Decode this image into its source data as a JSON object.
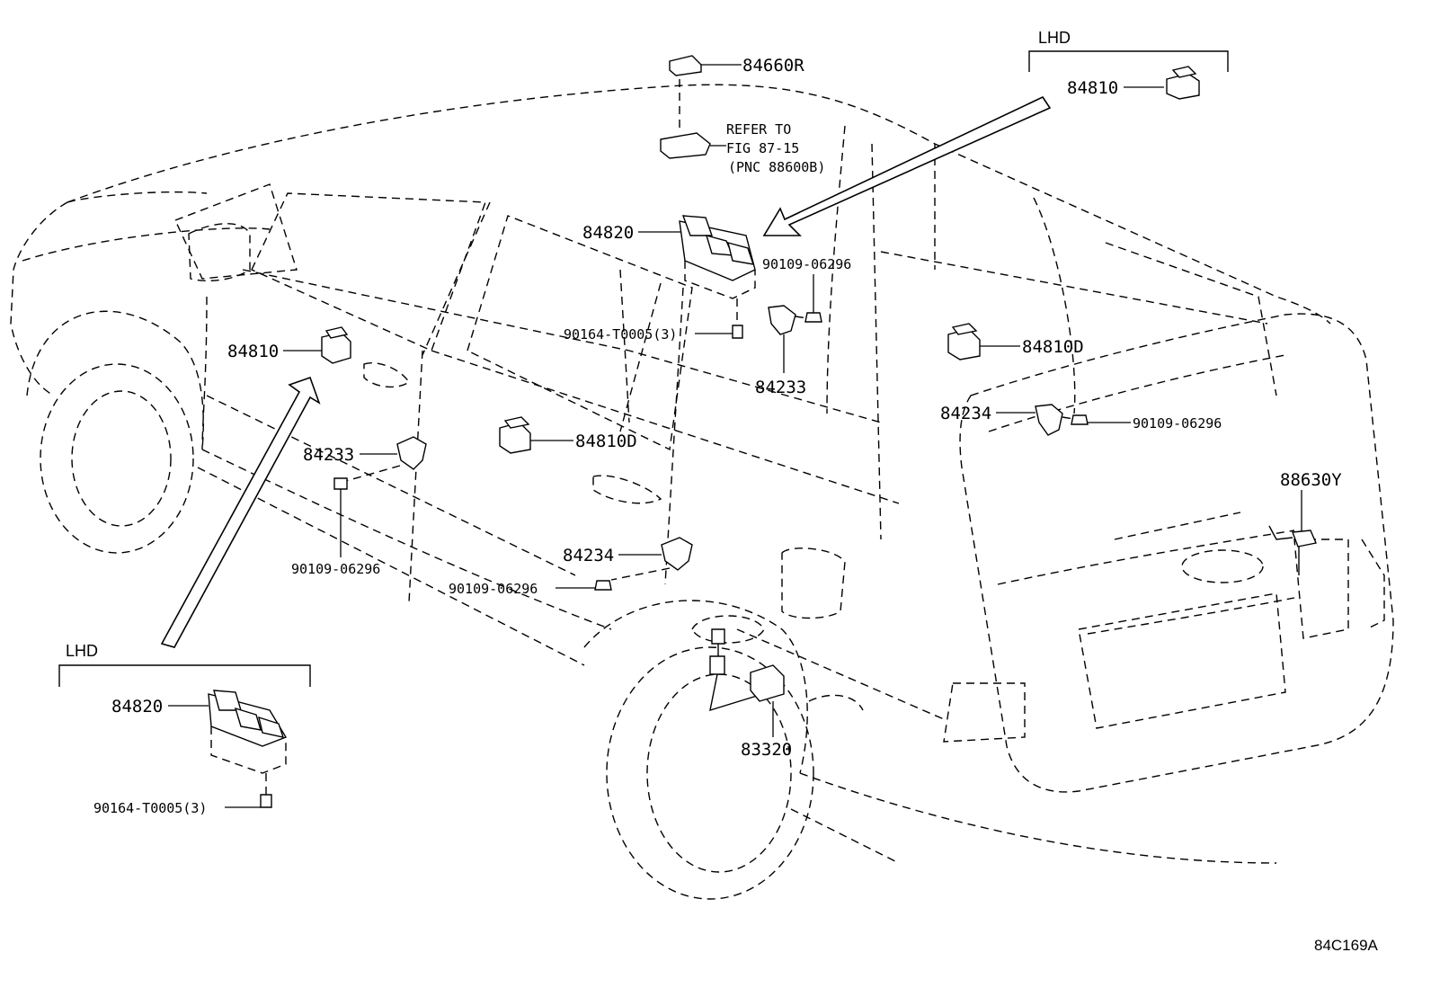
{
  "lhd_top": {
    "label": "LHD",
    "part": "84810"
  },
  "lhd_bottom": {
    "label": "LHD",
    "part": "84820",
    "screw": "90164-T0005(3)"
  },
  "refer": {
    "line1": "REFER TO",
    "line2": "FIG 87-15",
    "line3": "(PNC 88600B)"
  },
  "parts": {
    "p84660R": "84660R",
    "p84820": "84820",
    "p90109_a": "90109-06296",
    "p90164": "90164-T0005(3)",
    "p84233_a": "84233",
    "p84810": "84810",
    "p84810D_right": "84810D",
    "p84234_right": "84234",
    "p90109_right": "90109-06296",
    "p84233_b": "84233",
    "p84810D_mid": "84810D",
    "p88630Y": "88630Y",
    "p90109_left": "90109-06296",
    "p90109_mid": "90109-06296",
    "p84234_mid": "84234",
    "p83320": "83320"
  },
  "figure_code": "84C169A"
}
